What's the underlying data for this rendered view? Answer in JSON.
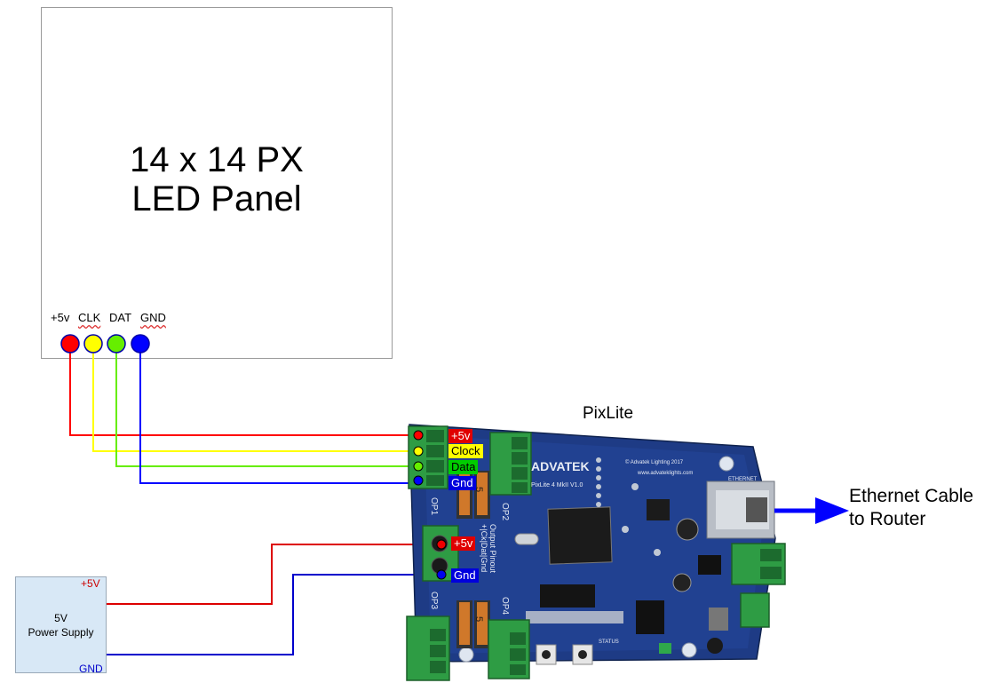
{
  "panel": {
    "title_line1": "14 x 14 PX",
    "title_line2": "LED Panel",
    "pins": [
      "+5v",
      "CLK",
      "DAT",
      "GND"
    ]
  },
  "controller": {
    "label": "PixLite",
    "board_brand": "ADVATEK",
    "board_model": "PixLite 4 MkII V1.0",
    "board_copyright": "© Advatek Lighting 2017",
    "board_url": "www.advateklights.com",
    "ethernet_silk": "ETHERNET",
    "output_labels": [
      "OP1",
      "OP2",
      "OP3",
      "OP4"
    ],
    "output_pinout": "Output Pinout",
    "pinout_codes": "+|Ck|Dat|Gnd",
    "fuse_label": "5",
    "status_silk": "STATUS",
    "output_tags": [
      {
        "text": "+5v",
        "bg": "#e00000",
        "fg": "#ffffff"
      },
      {
        "text": "Clock",
        "bg": "#ffff00",
        "fg": "#000000"
      },
      {
        "text": "Data",
        "bg": "#00cc00",
        "fg": "#000000"
      },
      {
        "text": "Gnd",
        "bg": "#0000dd",
        "fg": "#ffffff"
      }
    ],
    "power_tags": [
      {
        "text": "+5v",
        "bg": "#e00000",
        "fg": "#ffffff"
      },
      {
        "text": "Gnd",
        "bg": "#0000dd",
        "fg": "#ffffff"
      }
    ]
  },
  "ethernet": {
    "line1": "Ethernet Cable",
    "line2": "to Router"
  },
  "psu": {
    "name_line1": "5V",
    "name_line2": "Power Supply",
    "plus_label": "+5V",
    "gnd_label": "GND"
  },
  "colors": {
    "plus": "#ff0000",
    "clock": "#ffff00",
    "data": "#66ee00",
    "ground": "#0000ff",
    "board": "#1e3b85",
    "terminal": "#2e9c44"
  }
}
